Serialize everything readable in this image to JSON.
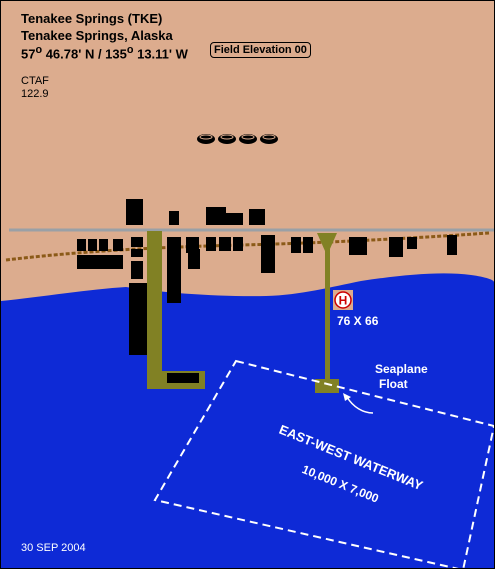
{
  "airport": {
    "name": "Tenakee Springs  (TKE)",
    "city": "Tenakee Springs, Alaska",
    "lat_deg": "57",
    "lat_min": " 46.78' N / 135",
    "lon_min": " 13.11' W",
    "field_elevation": "Field Elevation 00",
    "ctaf_label": "CTAF",
    "ctaf_freq": "122.9",
    "chart_date": "30 SEP 2004"
  },
  "heliport": {
    "symbol": "H",
    "dimensions": "76 X 66"
  },
  "seaplane": {
    "label_line1": "Seaplane",
    "label_line2": "Float"
  },
  "waterway": {
    "name": "EAST-WEST WATERWAY",
    "dimensions": "10,000 X 7,000"
  },
  "colors": {
    "land": "#dcac8e",
    "water": "#0e2ad6",
    "dock": "#818124",
    "road": "#8b5a18",
    "shoreline": "#9aa0a6",
    "buildings": "#000000"
  }
}
